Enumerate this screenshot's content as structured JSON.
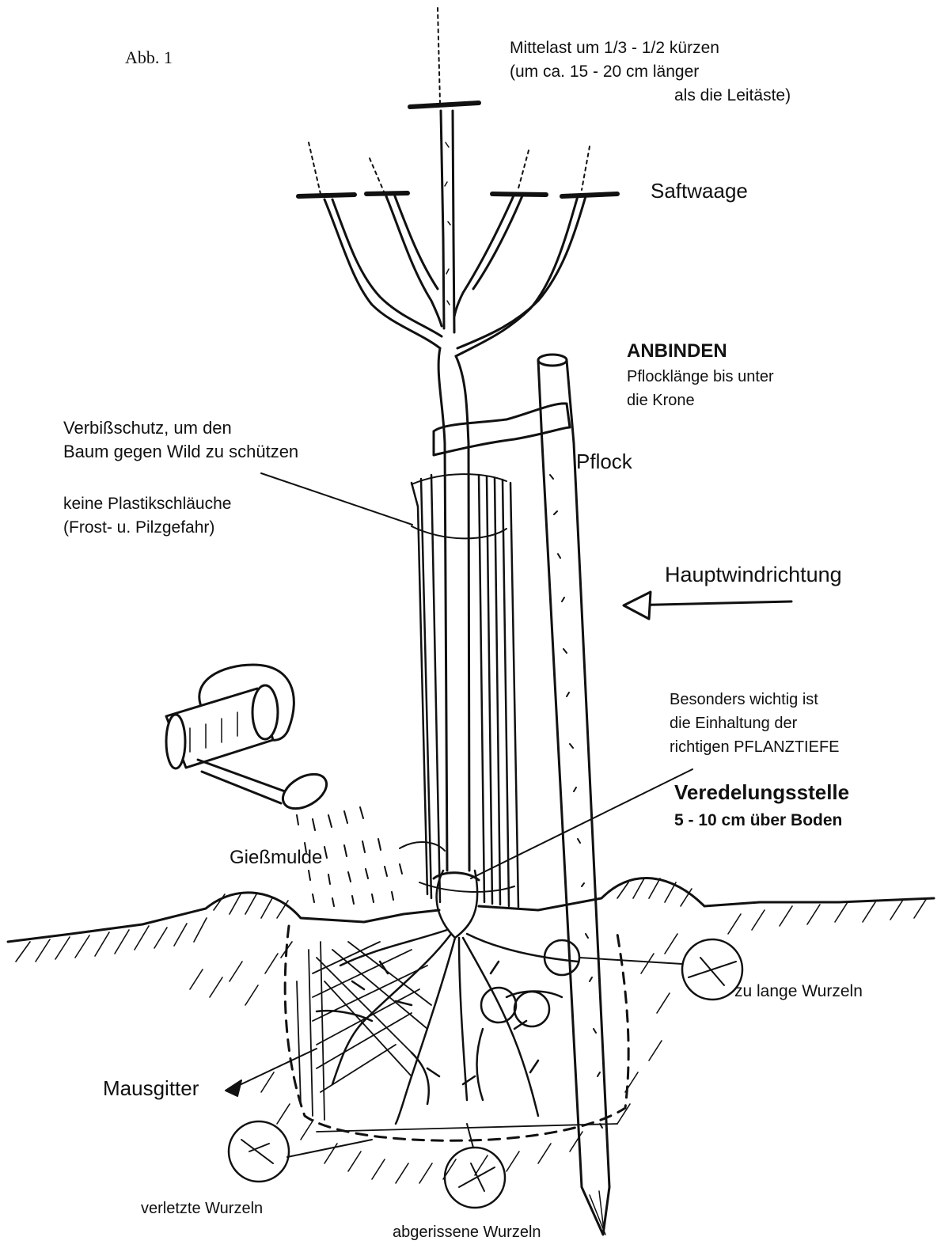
{
  "figure_label": "Abb. 1",
  "labels": {
    "central_leader_line1": "Mittelast um 1/3 - 1/2 kürzen",
    "central_leader_line2": "(um ca. 15 - 20 cm länger",
    "central_leader_line3": "als die Leitäste)",
    "sap_balance": "Saftwaage",
    "tie_heading": "ANBINDEN",
    "tie_line1": "Pflocklänge bis unter",
    "tie_line2": "die Krone",
    "browse_line1": "Verbißschutz, um den",
    "browse_line2": "Baum gegen Wild zu schützen",
    "plastic_line1": "keine Plastikschläuche",
    "plastic_line2": "(Frost- u. Pilzgefahr)",
    "stake": "Pflock",
    "wind": "Hauptwindrichtung",
    "depth_line1": "Besonders wichtig ist",
    "depth_line2": "die Einhaltung der",
    "depth_line3": "richtigen PFLANZTIEFE",
    "graft_heading": "Veredelungsstelle",
    "graft_line": "5 - 10 cm über Boden",
    "watering_basin": "Gießmulde",
    "too_long_roots": "zu lange Wurzeln",
    "mouse_mesh": "Mausgitter",
    "injured_roots": "verletzte Wurzeln",
    "torn_roots": "abgerissene Wurzeln"
  }
}
